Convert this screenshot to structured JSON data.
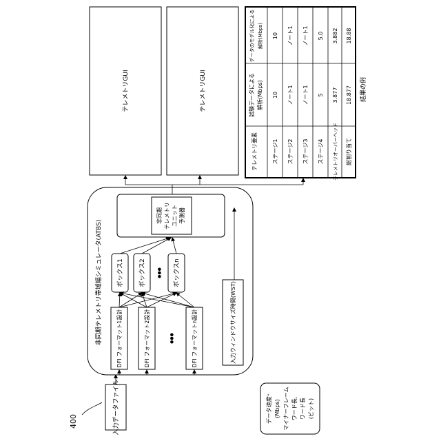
{
  "figure_ref": "400",
  "input_data_file": "入力データファイル",
  "simulator_title": "非同期テレメトリ帯域幅シミュレータ(ATBS)",
  "dfi_designs": [
    "DFI フォーマット1設計",
    "DFI フォーマット2設計",
    "DFI フォーマットn設計"
  ],
  "dfi_ellipsis": "●●●",
  "boxes": [
    "ボックス1",
    "ボックス2",
    "ボックスn"
  ],
  "box_ellipsis": "●●●",
  "predictor_lines": [
    "非同期",
    "テレメトリ",
    "ユニット",
    "予測器"
  ],
  "wst_label": "入力ウィンドウサイズ時間(WST)",
  "gui_label": "テレメトリGUI",
  "params_lines": [
    "データ速度⁺",
    "(Mbps)",
    "マイナーフレーム",
    "ワード長,",
    "ワード長",
    "(ビット)"
  ],
  "results": {
    "caption": "結果の例",
    "col_headers": [
      "テレメトリ要素",
      "試験データによる解析(Mbps)",
      "データのモデル化による解析(Mbps)"
    ],
    "row_labels": [
      "ステージ1",
      "ステージ2",
      "ステージ3",
      "ステージ4",
      "テレメトリオーバーヘッド",
      "総割り当て"
    ],
    "test_values": [
      "10",
      "ノート1",
      "ノート1",
      "5",
      "3.877",
      "18.877"
    ],
    "model_values": [
      "10",
      "ノート1",
      "ノート1",
      "5.0",
      "3.882",
      "18.88"
    ]
  }
}
